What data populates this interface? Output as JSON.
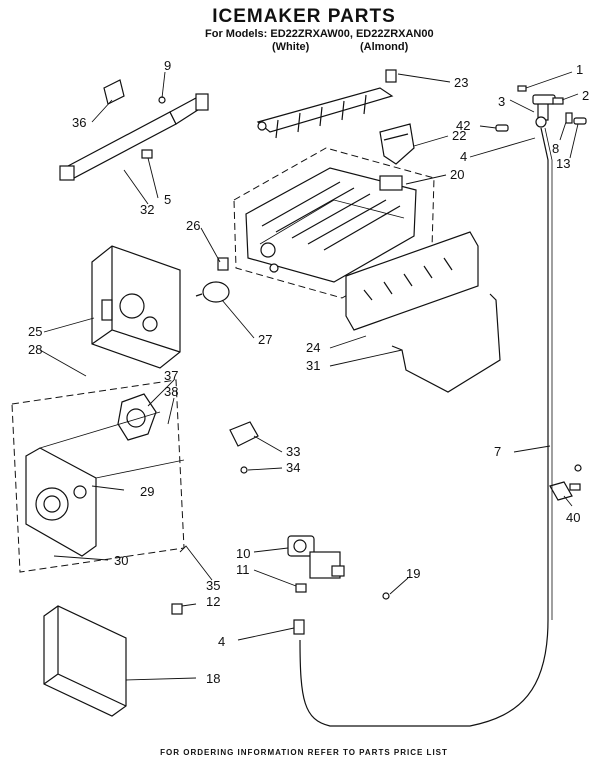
{
  "title": "ICEMAKER PARTS",
  "models_line": "For Models: ED22ZRXAW00, ED22ZRXAN00",
  "variants": [
    "(White)",
    "(Almond)"
  ],
  "footer": "FOR ORDERING INFORMATION REFER TO PARTS PRICE LIST",
  "callouts": [
    "1",
    "2",
    "3",
    "4",
    "42",
    "8",
    "13",
    "23",
    "22",
    "20",
    "9",
    "36",
    "32",
    "5",
    "26",
    "27",
    "25",
    "28",
    "24",
    "31",
    "37",
    "38",
    "33",
    "34",
    "7",
    "29",
    "30",
    "35",
    "40",
    "10",
    "11",
    "19",
    "12",
    "4",
    "18"
  ]
}
